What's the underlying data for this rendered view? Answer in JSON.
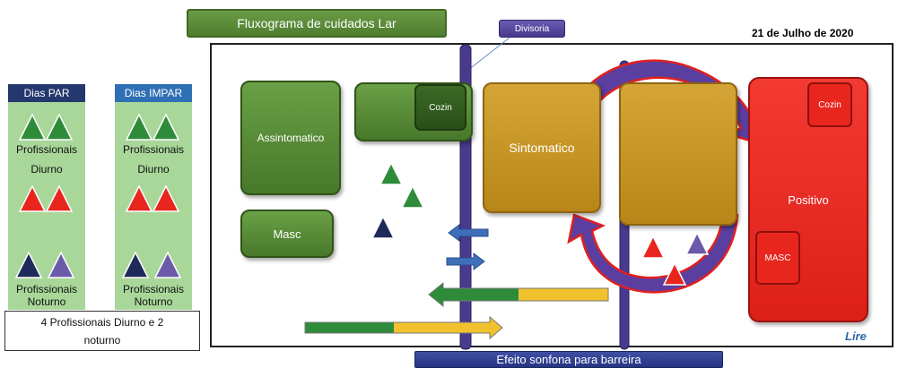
{
  "title": "Fluxograma de cuidados Lar",
  "divisoria_label": "Divisoria",
  "date": "21 de Julho de 2020",
  "bottom_label": "Efeito sonfona para barreira",
  "boxes": {
    "assintomatico": "Assintomatico",
    "masc_green": "Masc",
    "cozin_green": "Cozin",
    "sintomatico": "Sintomatico",
    "positivo": "Positivo",
    "cozin_red": "Cozin",
    "masc_red": "MASC"
  },
  "left_panel": {
    "par": {
      "header": "Dias PAR",
      "day_label_1": "Profissionais",
      "day_label_2": "Diurno",
      "night_label_1": "Profissionais",
      "night_label_2": "Noturno"
    },
    "impar": {
      "header": "Dias  IMPAR",
      "day_label_1": "Profissionais",
      "day_label_2": "Diurno",
      "night_label_1": "Profissionais",
      "night_label_2": "Noturno"
    },
    "summary_line1": "4 Profissionais Diurno  e 2",
    "summary_line2": "noturno"
  },
  "logo_text": "Lire",
  "colors": {
    "green": "#2e8b3a",
    "red": "#e8261e",
    "navy": "#1e2a5a",
    "purple": "#6a5aa8",
    "arrow_blue": "#3f6fb8",
    "divider": "#4a3a8e"
  }
}
